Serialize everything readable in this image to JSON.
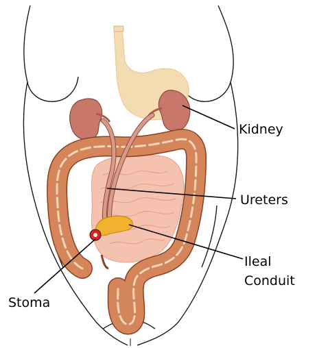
{
  "labels": {
    "kidney": "Kidney",
    "ureters": "Ureters",
    "ileal_line1": "Ileal",
    "ileal_line2": "Conduit",
    "stoma": "Stoma"
  },
  "colors": {
    "outline": "#1a1a1a",
    "kidney": "#c8786a",
    "kidney_dark": "#a85a4e",
    "ureter": "#d99a8a",
    "esophagus_stomach": "#f3dcb2",
    "colon": "#d4855a",
    "colon_highlight": "#f3d6b8",
    "small_intestine": "#f5c2b0",
    "small_intestine_line": "#e7a08c",
    "conduit": "#f2b230",
    "stoma": "#e02020",
    "leader_line": "#000000"
  }
}
